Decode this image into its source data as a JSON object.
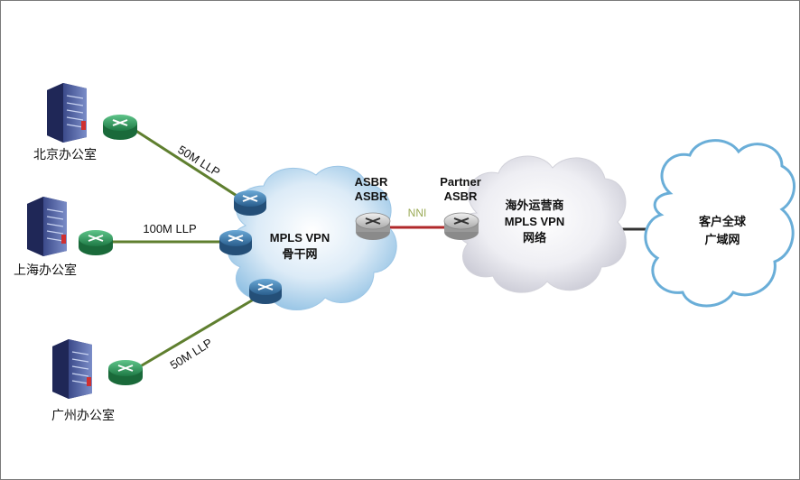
{
  "offices": {
    "beijing": "北京办公室",
    "shanghai": "上海办公室",
    "guangzhou": "广州办公室"
  },
  "links": {
    "beijing_llp": "50M LLP",
    "shanghai_llp": "100M LLP",
    "guangzhou_llp": "50M LLP",
    "nni": "NNI"
  },
  "backbone": {
    "line1": "MPLS VPN",
    "line2": "骨干网"
  },
  "asbr": {
    "top1": "ASBR",
    "top2": "ASBR"
  },
  "partner": {
    "line1": "Partner",
    "line2": "ASBR"
  },
  "overseas": {
    "line1": "海外运营商",
    "line2": "MPLS VPN",
    "line3": "网络"
  },
  "customer": {
    "line1": "客户全球",
    "line2": "广域网"
  },
  "colors": {
    "llp_line": "#5f7f2f",
    "nni_line": "#b0282a",
    "nni_label": "#9aaa55",
    "wan_line": "#333333",
    "mpls_cloud": "#bcd9ef",
    "overseas_cloud": "#e8e8ee",
    "customer_cloud_border": "#6aaed8"
  }
}
